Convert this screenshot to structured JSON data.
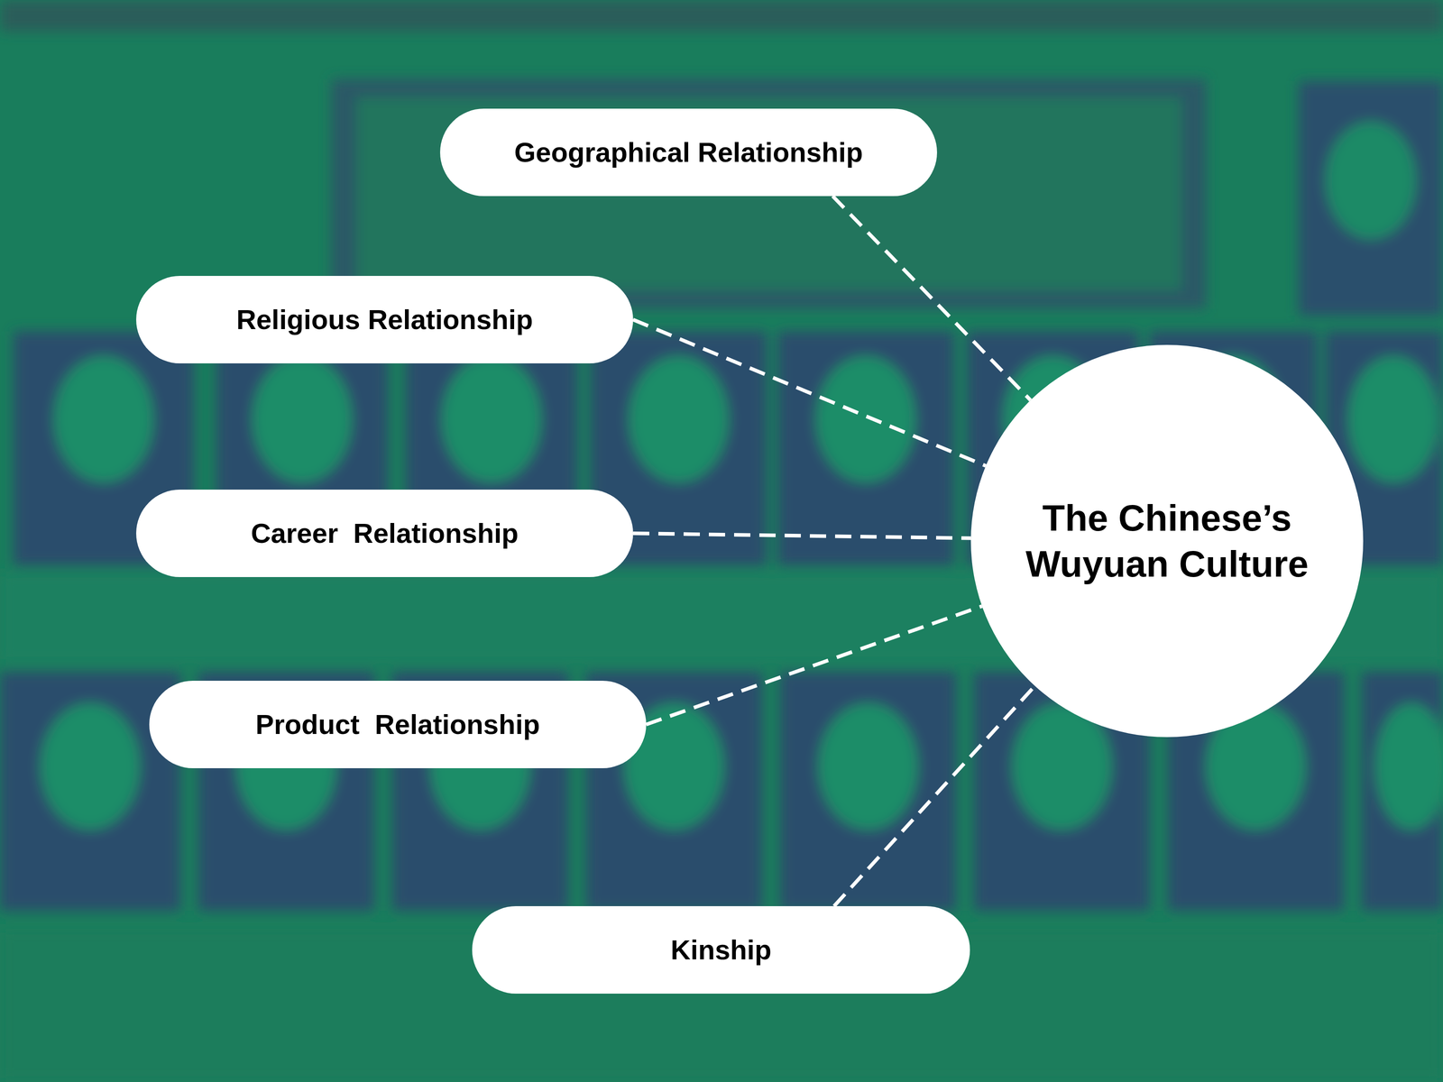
{
  "diagram": {
    "nodes": [
      {
        "text": [
          "Geographical Relationship"
        ]
      },
      {
        "text": [
          "Religious Relationship"
        ]
      },
      {
        "text": [
          "Career  Relationship"
        ]
      },
      {
        "text": [
          "Product  Relationship"
        ]
      },
      {
        "text": [
          "Kinship"
        ]
      },
      {
        "text": [
          "The Chinese’s Wuyuan Culture"
        ]
      }
    ],
    "edges": [
      {
        "from": 0,
        "to": 5,
        "arrow": "none"
      },
      {
        "from": 1,
        "to": 5,
        "arrow": "none"
      },
      {
        "from": 2,
        "to": 5,
        "arrow": "none"
      },
      {
        "from": 3,
        "to": 5,
        "arrow": "none"
      },
      {
        "from": 4,
        "to": 5,
        "arrow": "none"
      }
    ]
  }
}
